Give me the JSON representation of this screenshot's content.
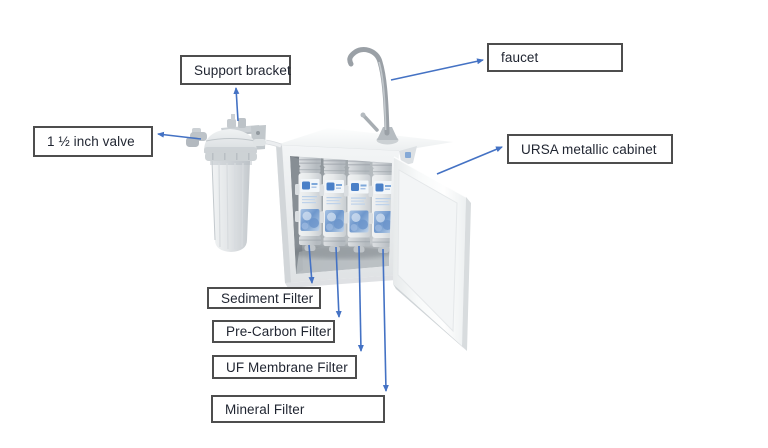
{
  "figure": {
    "kind": "labeled parts diagram",
    "subject": "water purifier cabinet with pre-filter, faucet and four filter cartridges"
  },
  "annotations": [
    {
      "id": "support-bracket",
      "text": "Support bracket"
    },
    {
      "id": "valve",
      "text": "1 ½ inch valve"
    },
    {
      "id": "faucet",
      "text": "faucet"
    },
    {
      "id": "cabinet",
      "text": "URSA metallic cabinet"
    },
    {
      "id": "sediment-filter",
      "text": "Sediment Filter"
    },
    {
      "id": "pre-carbon-filter",
      "text": "Pre-Carbon Filter"
    },
    {
      "id": "uf-membrane-filter",
      "text": "UF Membrane Filter"
    },
    {
      "id": "mineral-filter",
      "text": "Mineral Filter"
    }
  ],
  "colors": {
    "arrow": "#4472c4",
    "label_border": "#4d4d4d",
    "label_text": "#1f2430",
    "background": "#ffffff"
  }
}
